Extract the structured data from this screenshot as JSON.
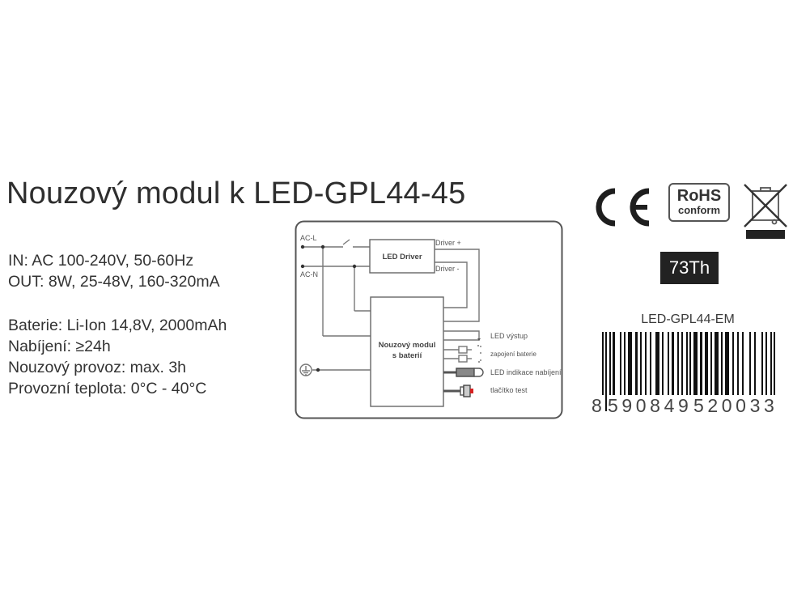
{
  "title": "Nouzový modul k LED-GPL44-45",
  "specs": {
    "group1": [
      "IN: AC 100-240V, 50-60Hz",
      "OUT: 8W, 25-48V, 160-320mA"
    ],
    "group2": [
      "Baterie: Li-Ion 14,8V, 2000mAh",
      "Nabíjení: ≥24h",
      "Nouzový provoz: max. 3h",
      "Provozní teplota: 0°C - 40°C"
    ]
  },
  "diagram": {
    "ac_l": "AC-L",
    "ac_n": "AC-N",
    "driver_label": "LED Driver",
    "driver_plus": "Driver +",
    "driver_minus": "Driver -",
    "module_line1": "Nouzový modul",
    "module_line2": "s baterií",
    "outputs": [
      "LED výstup",
      "zapojení baterie",
      "LED indikace nabíjení",
      "tlačítko test"
    ],
    "test_button_color": "#d62020"
  },
  "certifications": {
    "ce": "CE",
    "rohs_line1": "RoHS",
    "rohs_line2": "conform",
    "weee": "weee-crossed-bin-icon"
  },
  "badge": "73Th",
  "model_code": "LED-GPL44-EM",
  "barcode": {
    "first_digit": "8",
    "left_group": "590849",
    "right_group": "520033"
  }
}
